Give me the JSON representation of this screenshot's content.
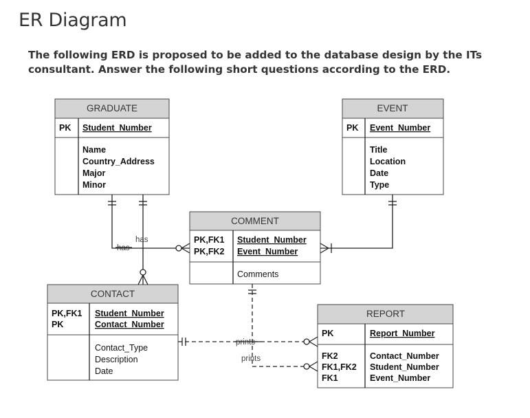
{
  "page": {
    "title": "ER Diagram",
    "intro_line1": "The following ERD is proposed to be added to the database design by the ITs",
    "intro_line2": "consultant.  Answer the following short questions according to the ERD."
  },
  "entities": {
    "graduate": {
      "name": "GRADUATE",
      "pk_label": "PK",
      "pk_attr": "Student_Number",
      "attrs": [
        "Name",
        "Country_Address",
        "Major",
        "Minor"
      ]
    },
    "event": {
      "name": "EVENT",
      "pk_label": "PK",
      "pk_attr": "Event_Number",
      "attrs": [
        "Title",
        "Location",
        "Date",
        "Type"
      ]
    },
    "comment": {
      "name": "COMMENT",
      "keys": [
        "PK,FK1",
        "PK,FK2"
      ],
      "key_attrs": [
        "Student_Number",
        "Event_Number"
      ],
      "attrs": [
        "Comments"
      ]
    },
    "contact": {
      "name": "CONTACT",
      "keys": [
        "PK,FK1",
        "PK"
      ],
      "key_attrs": [
        "Student_Number",
        "Contact_Number"
      ],
      "attrs": [
        "Contact_Type",
        "Description",
        "Date"
      ]
    },
    "report": {
      "name": "REPORT",
      "pk_label": "PK",
      "pk_attr": "Report_Number",
      "fk_labels": [
        "FK2",
        "FK1,FK2",
        "FK1"
      ],
      "fk_attrs": [
        "Contact_Number",
        "Student_Number",
        "Event_Number"
      ]
    }
  },
  "relationships": {
    "has_a": "has",
    "has_b": "has",
    "prints_a": "prints",
    "prints_b": "prints"
  }
}
